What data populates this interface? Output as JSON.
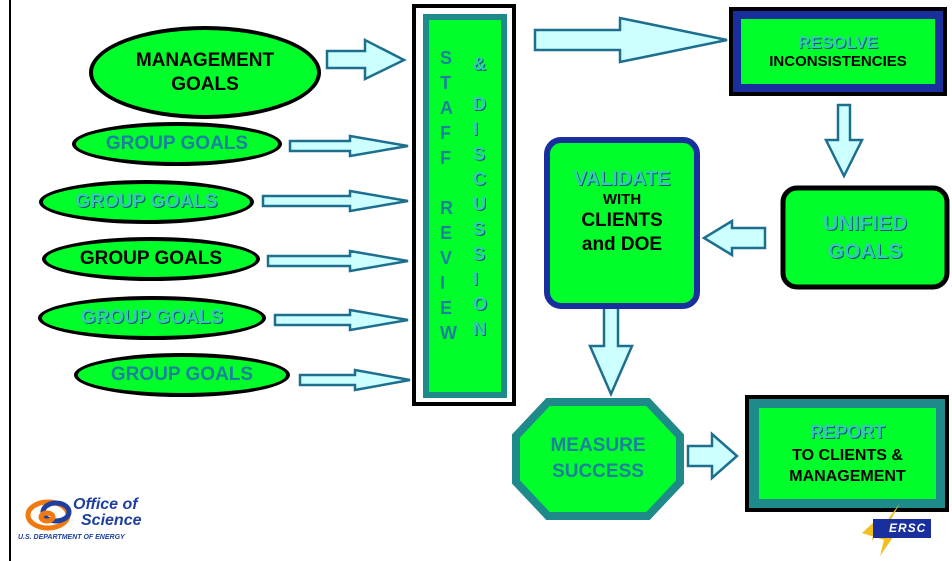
{
  "management_goals": "MANAGEMENT\nGOALS",
  "group_goals": [
    "GROUP GOALS",
    "GROUP GOALS",
    "GROUP GOALS",
    "GROUP GOALS",
    "GROUP GOALS"
  ],
  "staff_review": [
    "S",
    "T",
    "A",
    "F",
    "F",
    "",
    "R",
    "E",
    "V",
    "I",
    "E",
    "W"
  ],
  "discussion": [
    "&",
    "",
    "D",
    "I",
    "S",
    "C",
    "U",
    "S",
    "S",
    "I",
    "O",
    "N"
  ],
  "resolve": {
    "line1": "RESOLVE",
    "line2": "INCONSISTENCIES"
  },
  "unified": {
    "line1": "UNIFIED",
    "line2": "GOALS"
  },
  "validate": {
    "line1": "VALIDATE",
    "line2": "WITH",
    "line3": "CLIENTS",
    "line4": "and DOE"
  },
  "measure": {
    "line1": "MEASURE",
    "line2": "SUCCESS"
  },
  "report": {
    "line1": "REPORT",
    "line2": "TO CLIENTS &",
    "line3": "MANAGEMENT"
  },
  "logo": {
    "line1": "Office of",
    "line2": "Science",
    "line3": "U.S. DEPARTMENT OF ENERGY"
  },
  "nersc": "ERSC",
  "colors": {
    "box_green": "#00ff2a",
    "frame_blue": "#1a2f9e",
    "frame_teal": "#1e8a8a",
    "arrow_fill": "#ccffff",
    "arrow_stroke": "#1e6f8e"
  }
}
